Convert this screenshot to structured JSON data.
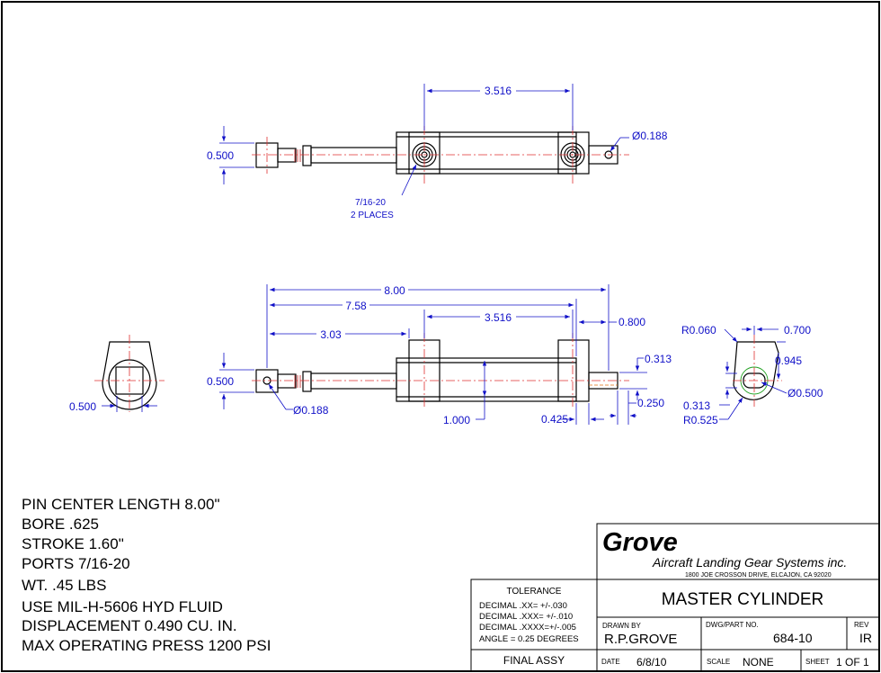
{
  "views": {
    "top": {
      "dims": {
        "rod_dia": "0.500",
        "pivot_span": "3.516",
        "hole_dia": "Ø0.188",
        "port_note_1": "7/16-20",
        "port_note_2": "2 PLACES"
      }
    },
    "side": {
      "dims": {
        "pin_center_length": "8.00",
        "length_7_58": "7.58",
        "length_3_03": "3.03",
        "pivot_span": "3.516",
        "tab_length": "0.800",
        "rod_dia": "0.500",
        "hole_dia": "Ø0.188",
        "body_dim": "1.000",
        "block_dim": "0.425",
        "tab_height": "0.313",
        "tab_thickness": "0.250"
      }
    },
    "end": {
      "dims": {
        "width": "0.500"
      }
    },
    "tab_detail": {
      "dims": {
        "radius_small": "R0.060",
        "width": "0.700",
        "height": "0.945",
        "hole_dia": "Ø0.500",
        "offset": "0.313",
        "radius_large": "R0.525"
      }
    }
  },
  "notes": [
    "PIN CENTER LENGTH 8.00\"",
    "BORE .625",
    "STROKE 1.60\"",
    "PORTS  7/16-20",
    "WT.  .45 LBS",
    "USE MIL-H-5606 HYD FLUID",
    "DISPLACEMENT 0.490 CU. IN.",
    "MAX OPERATING PRESS 1200 PSI"
  ],
  "title_block": {
    "company": "Grove",
    "company_full": "Aircraft Landing Gear Systems inc.",
    "address": "1800 JOE CROSSON DRIVE, ELCAJON, CA 92020",
    "tolerance_header": "TOLERANCE",
    "tolerances": [
      "DECIMAL  .XX=  +/-.030",
      "DECIMAL  .XXX= +/-.010",
      "DECIMAL  .XXXX=+/-.005",
      "ANGLE = 0.25 DEGREES"
    ],
    "title": "MASTER CYLINDER",
    "drawn_by_label": "DRAWN  BY",
    "drawn_by": "R.P.GROVE",
    "dwg_label": "DWG/PART  NO.",
    "dwg_no": "684-10",
    "rev_label": "REV",
    "rev": "IR",
    "status": "FINAL ASSY",
    "date_label": "DATE",
    "date": "6/8/10",
    "scale_label": "SCALE",
    "scale": "NONE",
    "sheet_label": "SHEET",
    "sheet": "1 OF 1"
  },
  "colors": {
    "dimension": "#1010c8",
    "centerline": "#e03030",
    "hidden": "#e07010",
    "outline": "#000000"
  }
}
